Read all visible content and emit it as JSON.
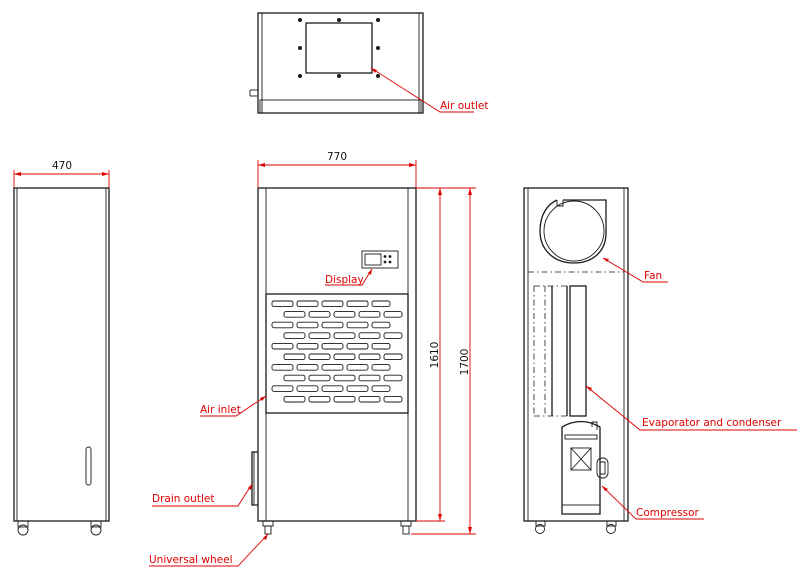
{
  "dimensions": {
    "side_width": "470",
    "front_width": "770",
    "front_height_body": "1610",
    "front_height_total": "1700"
  },
  "labels": {
    "air_outlet": "Air outlet",
    "display": "Display",
    "air_inlet": "Air inlet",
    "drain_outlet": "Drain outlet",
    "universal_wheel": "Universal wheel",
    "fan": "Fan",
    "evaporator_condenser": "Evaporator and condenser",
    "compressor": "Compressor"
  },
  "colors": {
    "line": "#1a1a1a",
    "annotation": "#e00000",
    "background": "#ffffff"
  }
}
